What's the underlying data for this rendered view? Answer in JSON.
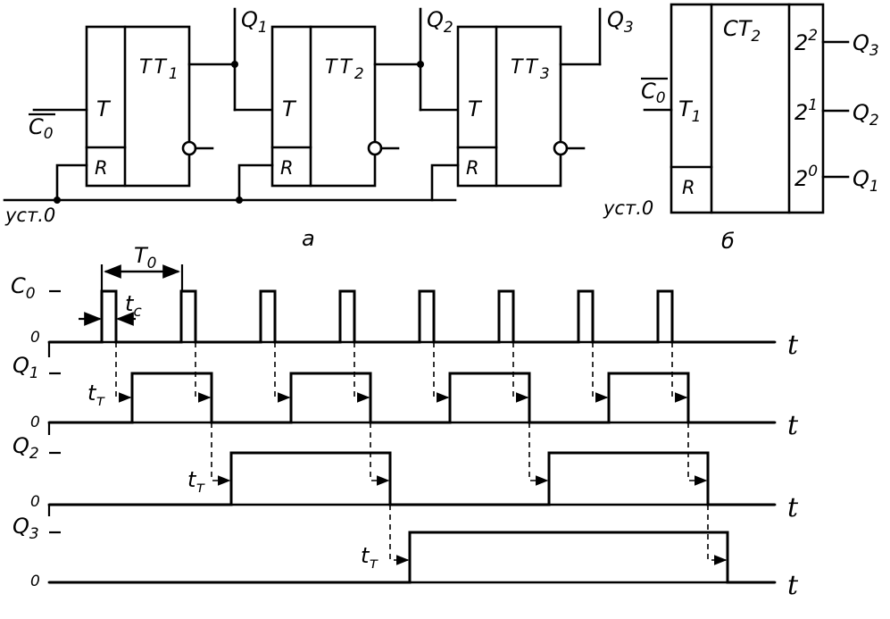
{
  "circuit_a": {
    "caption": "а",
    "input_c": "C",
    "input_c_sub": "0",
    "reset_label": "уст.0",
    "flipflops": [
      {
        "name": "TT",
        "sub": "1",
        "t": "T",
        "r": "R",
        "out": "Q",
        "out_sub": "1"
      },
      {
        "name": "TT",
        "sub": "2",
        "t": "T",
        "r": "R",
        "out": "Q",
        "out_sub": "2"
      },
      {
        "name": "TT",
        "sub": "3",
        "t": "T",
        "r": "R",
        "out": "Q",
        "out_sub": "3"
      }
    ]
  },
  "counter_b": {
    "caption": "б",
    "name": "CT",
    "name_sub": "2",
    "input_c": "C",
    "input_c_sub": "0",
    "input_t": "T",
    "input_t_sub": "1",
    "input_r": "R",
    "reset_label": "уст.0",
    "weights": [
      "2",
      "2",
      "2"
    ],
    "weight_exps": [
      "2",
      "1",
      "0"
    ],
    "outputs": [
      "Q",
      "Q",
      "Q"
    ],
    "output_subs": [
      "3",
      "2",
      "1"
    ]
  },
  "timing": {
    "period_label": "T",
    "period_sub": "0",
    "pulse_width_label": "t",
    "pulse_width_sub": "c",
    "delay_label": "t",
    "delay_sub": "т",
    "time_axis": "t",
    "zero": "0",
    "rows": [
      {
        "label": "C",
        "sub": "0"
      },
      {
        "label": "Q",
        "sub": "1"
      },
      {
        "label": "Q",
        "sub": "2"
      },
      {
        "label": "Q",
        "sub": "3"
      }
    ],
    "clock_pulse_count": 8,
    "q1_pulses": 4,
    "q2_pulses": 2,
    "q3_pulses": 1
  }
}
